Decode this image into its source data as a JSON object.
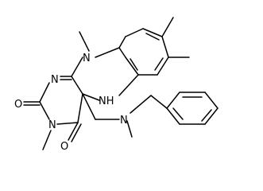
{
  "atoms": {
    "n10": "N",
    "n1": "N",
    "n3": "N",
    "n5": "NH",
    "o2": "O",
    "o4": "O",
    "n_amine": "N"
  },
  "colors": {
    "stroke": "#000000",
    "background": "#ffffff"
  }
}
